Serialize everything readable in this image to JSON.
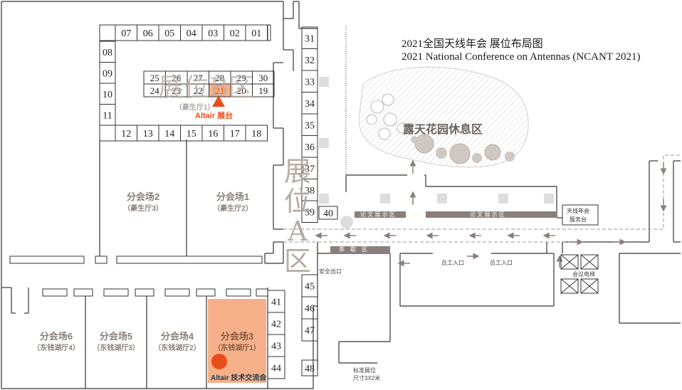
{
  "title_cn": "2021全国天线年会 展位布局图",
  "title_en": "2021 National Conference on Antennas (NCANT 2021)",
  "zone_a_label": "展位A区",
  "zone_a_chars": [
    "展",
    "位",
    "A",
    "区"
  ],
  "zone_b_label": "展位B区",
  "zone_b_chars": [
    "展",
    "位",
    "B",
    "区"
  ],
  "garden_label": "露天花园休息区",
  "altair_booth_hall": "（豪生厅1）",
  "altair_booth_label": "Altair 展台",
  "altair_booth_number": "21",
  "altair_session_label": "Altair 技术交流会",
  "booths_top": [
    "07",
    "06",
    "05",
    "04",
    "03",
    "02",
    "01"
  ],
  "booths_left": [
    "08",
    "09",
    "10",
    "11"
  ],
  "booths_inner_top": [
    "25",
    "26",
    "27",
    "28",
    "29",
    "30"
  ],
  "booths_inner_bottom": [
    "24",
    "23",
    "22",
    "21",
    "20",
    "19"
  ],
  "booths_bottom": [
    "12",
    "13",
    "14",
    "15",
    "16",
    "17",
    "18"
  ],
  "booths_column_a": [
    "31",
    "32",
    "33",
    "34",
    "35",
    "36",
    "37",
    "38",
    "39"
  ],
  "booth_40": "40",
  "booths_column_c": [
    "41",
    "42",
    "43",
    "44"
  ],
  "booths_column_d": [
    "45",
    "46",
    "47"
  ],
  "booth_48": "48",
  "halls": [
    {
      "name": "分会场2",
      "sub": "（豪生厅3）"
    },
    {
      "name": "分会场1",
      "sub": "（豪生厅2）"
    },
    {
      "name": "分会场6",
      "sub": "（东钱湖厅4）"
    },
    {
      "name": "分会场5",
      "sub": "（东钱湖厅3）"
    },
    {
      "name": "分会场4",
      "sub": "（东钱湖厅2）"
    },
    {
      "name": "分会场3",
      "sub": "（东钱湖厅1）"
    }
  ],
  "paper_area_1": "论 文 展 示 区",
  "paper_area_2": "论 文 展 示 区",
  "tea_area": "茶　歇　区",
  "staff_entrance_1": "员工入口",
  "staff_entrance_2": "员工入口",
  "safety_exit": "安全出口",
  "service_desk_1": "天线年会",
  "service_desk_2": "服务台",
  "elevator_label": "会议电梯",
  "standard_booth_1": "标准展位",
  "standard_booth_2": "尺寸3X2米",
  "colors": {
    "wall": "#333333",
    "gray_fill": "#dddddd",
    "highlight_fill": "#f5b08a",
    "altair_orange": "#e84e1b",
    "zone_label": "#b8aca4",
    "paper_bar": "#8a7f79",
    "arrow": "#8a7f79"
  }
}
